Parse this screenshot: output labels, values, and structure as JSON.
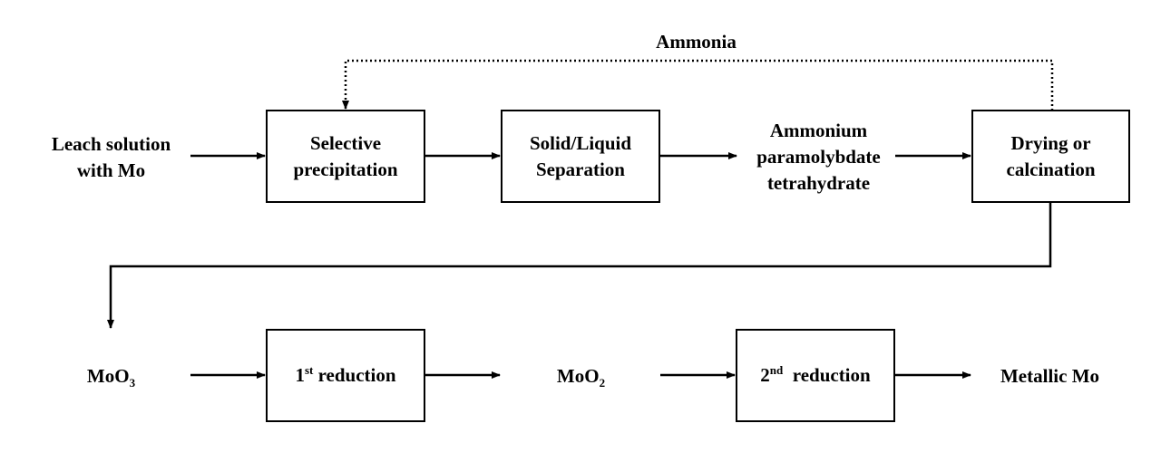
{
  "feed": {
    "line1": "Leach solution",
    "line2": "with Mo"
  },
  "recycle": {
    "label": "Ammonia"
  },
  "boxes": {
    "precipitation": {
      "line1": "Selective",
      "line2": "precipitation"
    },
    "separation": {
      "line1": "Solid/Liquid",
      "line2": "Separation"
    },
    "drying": {
      "line1": "Drying or",
      "line2": "calcination"
    },
    "reduction1": {
      "num": "1",
      "sup": "st",
      "text": " reduction"
    },
    "reduction2": {
      "num": "2",
      "sup": "nd",
      "text": "  reduction"
    }
  },
  "intermediates": {
    "apt": {
      "line1": "Ammonium",
      "line2": "paramolybdate",
      "line3": "tetrahydrate"
    },
    "moo3": {
      "base": "MoO",
      "sub": "3"
    },
    "moo2": {
      "base": "MoO",
      "sub": "2"
    },
    "product": "Metallic Mo"
  }
}
